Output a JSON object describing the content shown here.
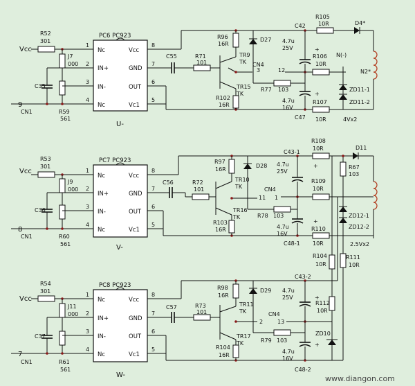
{
  "stages": [
    {
      "vcc": "Vcc",
      "r_in": "R52",
      "r_in_val": "301",
      "jumper": "J7",
      "jumper_val": "000",
      "cap_in": "C35",
      "pin_num": "9",
      "cn": "CN1",
      "r_bot": "R59",
      "r_bot_val": "561",
      "opto": "PC6 PC923",
      "pins_left": [
        "Nc",
        "IN+",
        "IN-",
        "Nc"
      ],
      "pins_right": [
        "Vcc",
        "GND",
        "OUT",
        "Vc1"
      ],
      "pinnums_left": [
        "1",
        "2",
        "3",
        "4"
      ],
      "pinnums_right": [
        "8",
        "7",
        "6",
        "5"
      ],
      "c_cpl": "C55",
      "r_base": "R71",
      "r_base_val": "101",
      "r_top": "R96",
      "r_top_val": "16R",
      "diode": "D27",
      "t1": "TR9",
      "t1b": "TK",
      "t2": "TR15",
      "t2b": "TK",
      "r_emit": "R102",
      "r_emit_val": "16R",
      "cn4": "CN4",
      "n3": "3",
      "n12": "12",
      "r_mid": "R77",
      "r_mid_val": "103",
      "c_top": "C42",
      "c_top_val": "4.7u",
      "c_top_v": "25V",
      "c_top_plus": "+",
      "c_bot": "C47",
      "c_bot_val": "4.7u",
      "c_bot_v": "16V",
      "c_bot_plus": "+",
      "r_a": "R105",
      "r_a_val": "10R",
      "r_b": "R106",
      "r_b_val": "10R",
      "r_c": "R107",
      "r_c_val": "10R",
      "d_out": "D4*",
      "node": "N(-)",
      "coil": "N2*",
      "z1": "ZD11-1",
      "z2": "ZD11-2",
      "zv": "4Vx2",
      "label": "U-"
    },
    {
      "vcc": "Vcc",
      "r_in": "R53",
      "r_in_val": "301",
      "jumper": "J9",
      "jumper_val": "000",
      "cap_in": "C36",
      "pin_num": "8",
      "cn": "CN1",
      "r_bot": "R60",
      "r_bot_val": "561",
      "opto": "PC7 PC923",
      "pins_left": [
        "Nc",
        "IN+",
        "IN-",
        "Nc"
      ],
      "pins_right": [
        "Vcc",
        "GND",
        "OUT",
        "Vc1"
      ],
      "pinnums_left": [
        "1",
        "2",
        "3",
        "4"
      ],
      "pinnums_right": [
        "8",
        "7",
        "6",
        "5"
      ],
      "c_cpl": "C56",
      "r_base": "R72",
      "r_base_val": "101",
      "r_top": "R97",
      "r_top_val": "16R",
      "diode": "D28",
      "t1": "TR10",
      "t1b": "TK",
      "t2": "TR16",
      "t2b": "TK",
      "r_emit": "R103",
      "r_emit_val": "16R",
      "cn4": "CN4",
      "n3": "11",
      "n12": "1",
      "r_mid": "R78",
      "r_mid_val": "103",
      "c_top": "C43-1",
      "c_top_val": "4.7u",
      "c_top_v": "25V",
      "c_top_plus": "+",
      "c_bot": "C48-1",
      "c_bot_val": "4.7u",
      "c_bot_v": "16V",
      "c_bot_plus": "+",
      "r_a": "R108",
      "r_a_val": "10R",
      "r_b": "R109",
      "r_b_val": "10R",
      "r_c": "R110",
      "r_c_val": "10R",
      "d_out": "D11",
      "r67": "R67",
      "r67_val": "103",
      "z1": "ZD12-1",
      "z2": "ZD12-2",
      "zv": "2.5Vx2",
      "r104": "R104",
      "r104_val": "10R",
      "r111": "R111",
      "r111_val": "10R",
      "label": "V-"
    },
    {
      "vcc": "Vcc",
      "r_in": "R54",
      "r_in_val": "301",
      "jumper": "J11",
      "jumper_val": "000",
      "cap_in": "C37",
      "pin_num": "7",
      "cn": "CN1",
      "r_bot": "R61",
      "r_bot_val": "561",
      "opto": "PC8 PC923",
      "pins_left": [
        "Nc",
        "IN+",
        "IN-",
        "Nc"
      ],
      "pins_right": [
        "Vcc",
        "GND",
        "OUT",
        "Vc1"
      ],
      "pinnums_left": [
        "1",
        "2",
        "3",
        "4"
      ],
      "pinnums_right": [
        "8",
        "7",
        "6",
        "5"
      ],
      "c_cpl": "C57",
      "r_base": "R73",
      "r_base_val": "101",
      "r_top": "R98",
      "r_top_val": "16R",
      "diode": "D29",
      "t1": "TR11",
      "t1b": "TK",
      "t2": "TR17",
      "t2b": "TK",
      "r_emit": "R104",
      "r_emit_val": "16R",
      "cn4": "CN4",
      "n3": "2",
      "n12": "13",
      "r_mid": "R79",
      "r_mid_val": "103",
      "c_top": "C43-2",
      "c_top_val": "4.7u",
      "c_top_v": "25V",
      "c_top_plus": "+",
      "c_bot": "C48-2",
      "c_bot_val": "4.7u",
      "c_bot_v": "16V",
      "c_bot_plus": "+",
      "r112": "R112",
      "r112_val": "10R",
      "zd10": "ZD10",
      "label": "W-"
    }
  ],
  "watermark": "www.diangon.com"
}
